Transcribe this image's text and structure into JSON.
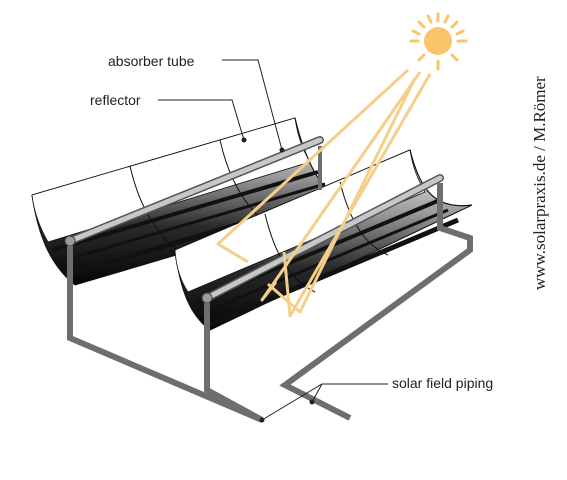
{
  "labels": {
    "absorber_tube": "absorber tube",
    "reflector": "reflector",
    "solar_field_piping": "solar field piping"
  },
  "credit": "www.solarpraxis.de / M.Römer",
  "colors": {
    "sun": "#f9c56a",
    "sun_ray": "#f5cf8a",
    "steel": "#6e6e6e",
    "tube": "#bdbdbd",
    "trough_dark": "#1f1f1f"
  }
}
